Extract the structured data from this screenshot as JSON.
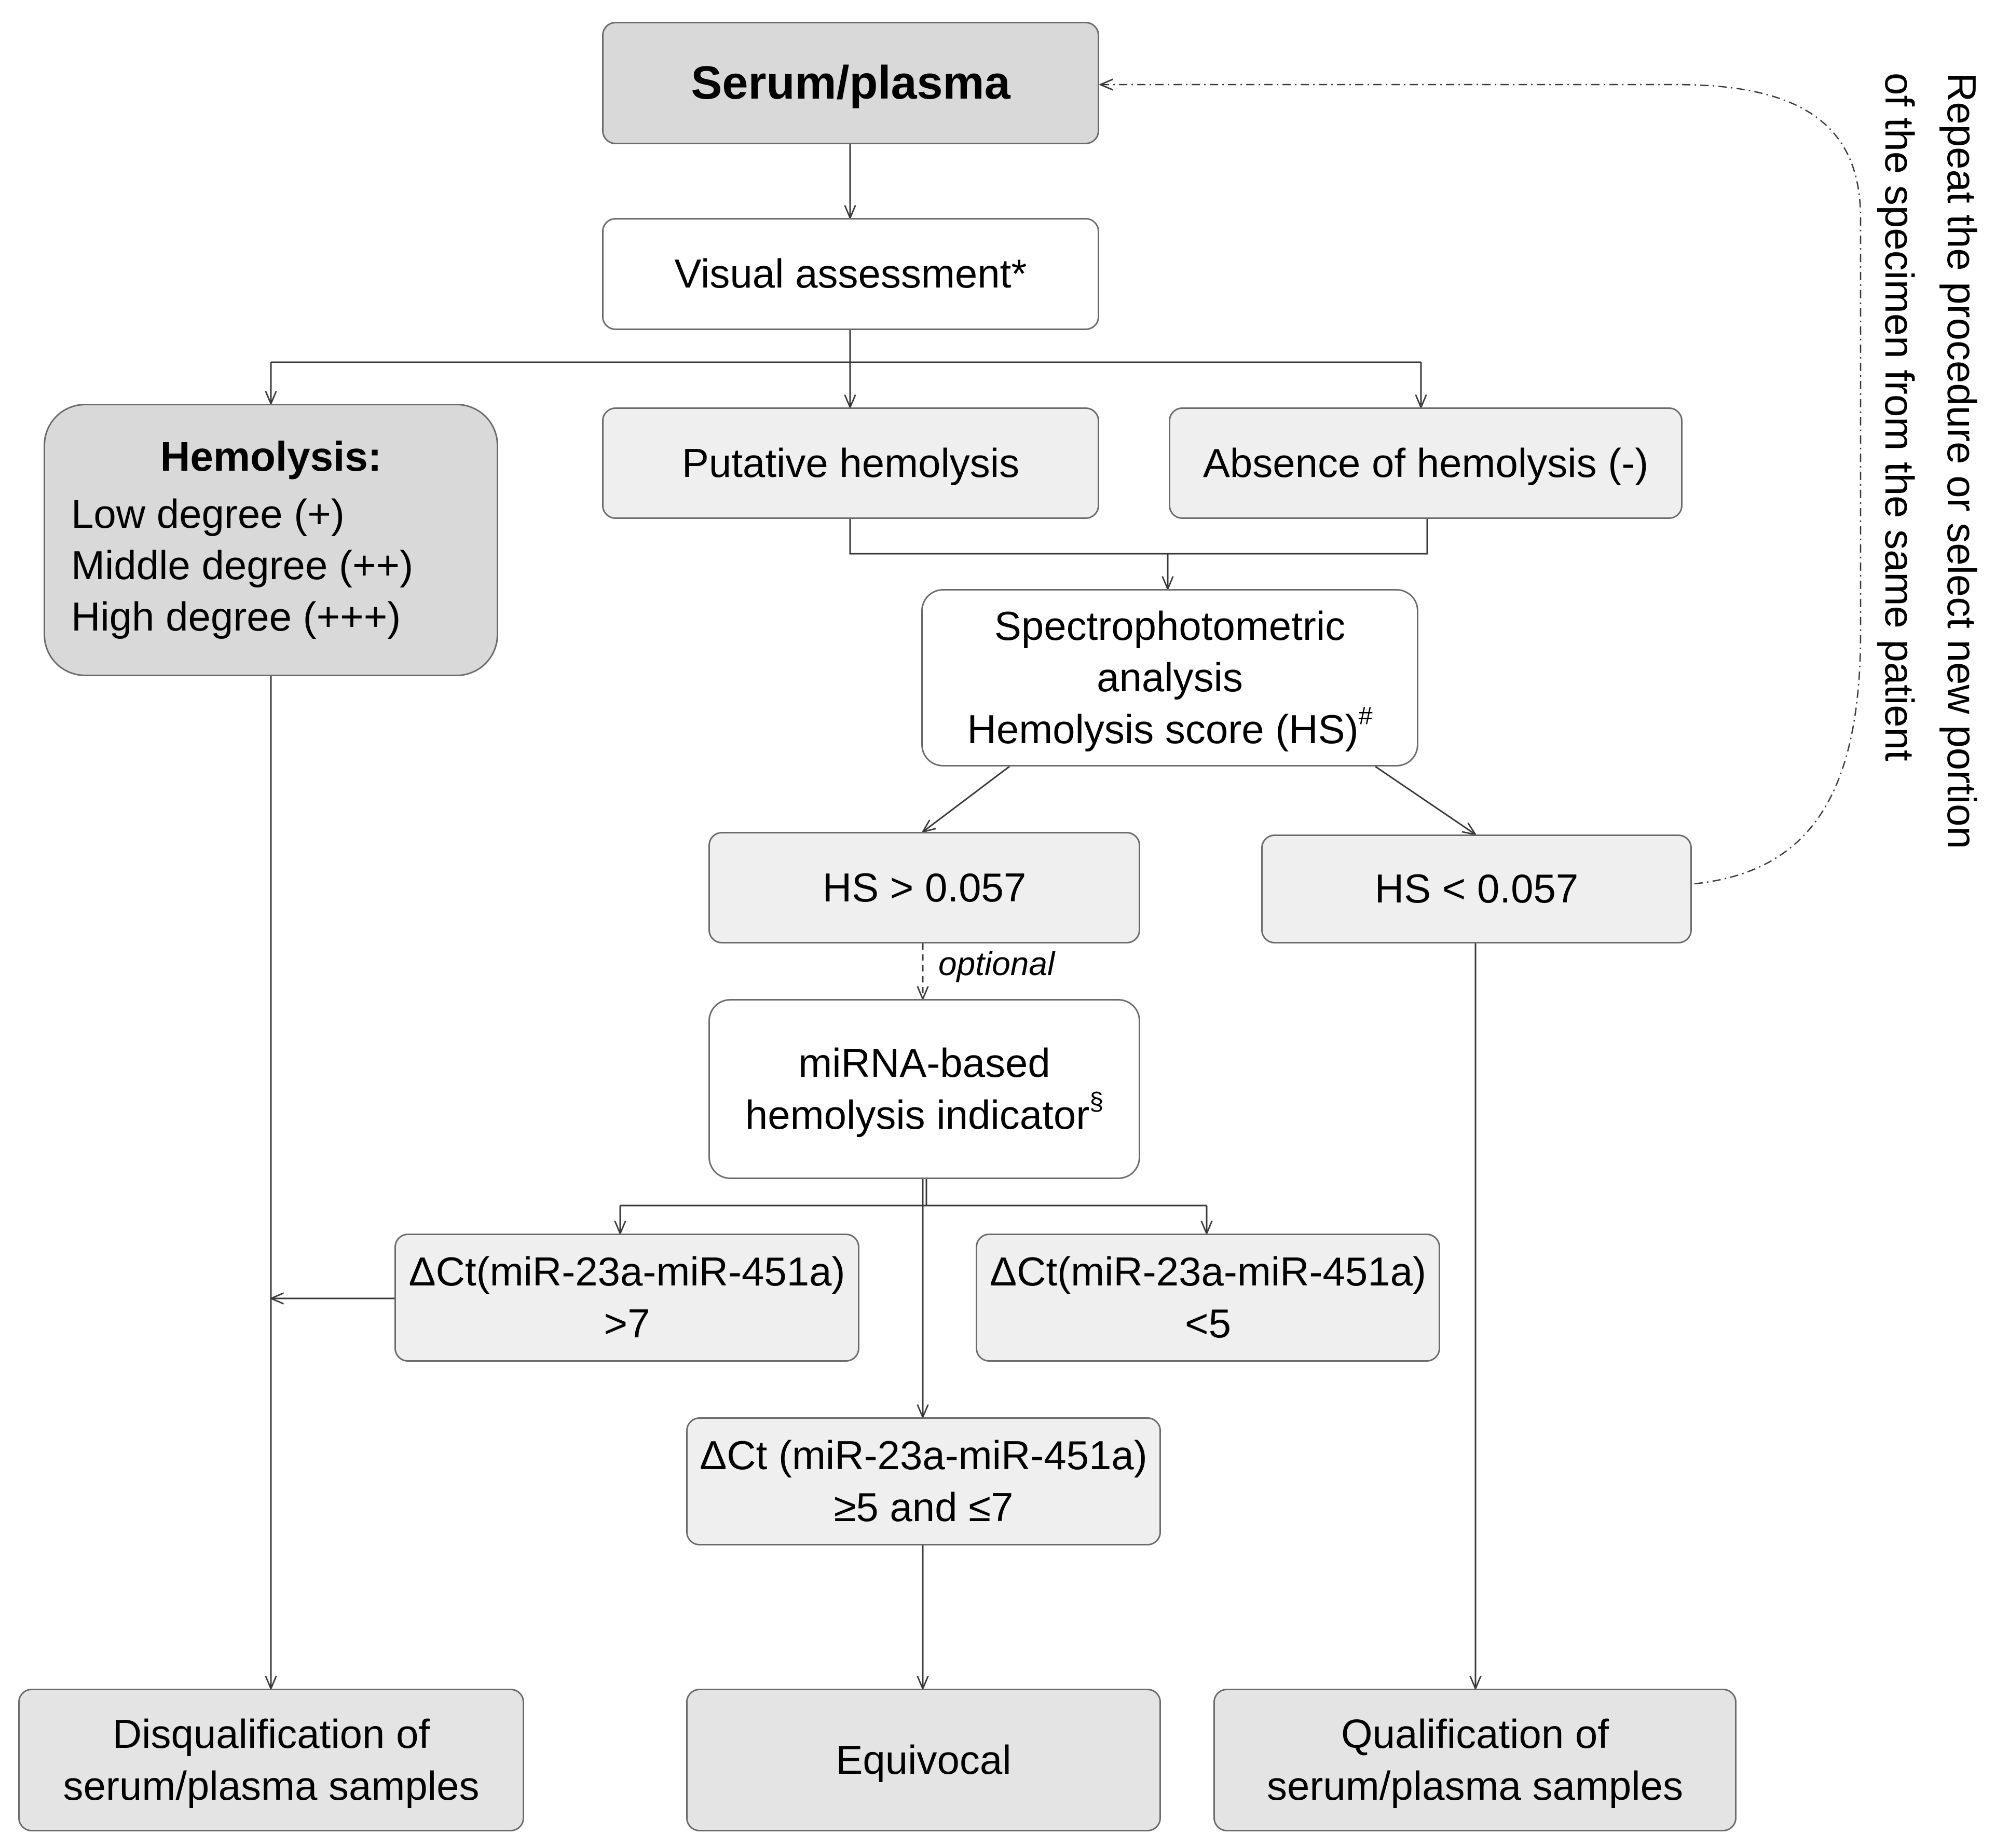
{
  "nodes": {
    "serum_plasma": "Serum/plasma",
    "visual_assessment": {
      "text": "Visual assessment",
      "mark": "*"
    },
    "hemolysis": {
      "title": "Hemolysis:",
      "levels": [
        "Low degree (+)",
        "Middle degree (++)",
        "High degree (+++)"
      ]
    },
    "putative_hemolysis": "Putative hemolysis",
    "absence_hemolysis": "Absence of hemolysis (-)",
    "spectro": {
      "line1": "Spectrophotometric",
      "line2": "analysis",
      "line3": "Hemolysis score (HS)",
      "mark": "#"
    },
    "hs_high": "HS > 0.057",
    "hs_low": "HS < 0.057",
    "mirna": {
      "line1": "miRNA-based",
      "line2": "hemolysis indicator",
      "mark": "§"
    },
    "dct_high": {
      "line1": "ΔCt(miR-23a-miR-451a)",
      "line2": ">7"
    },
    "dct_low": {
      "line1": "ΔCt(miR-23a-miR-451a)",
      "line2": "<5"
    },
    "dct_mid": {
      "line1": "ΔCt (miR-23a-miR-451a)",
      "line2": "≥5 and ≤7"
    },
    "disqualification": {
      "line1": "Disqualification of",
      "line2": "serum/plasma samples"
    },
    "equivocal": "Equivocal",
    "qualification": {
      "line1": "Qualification of",
      "line2": "serum/plasma samples"
    }
  },
  "edge_labels": {
    "optional": "optional"
  },
  "side_note": {
    "line1": "Repeat the procedure or select new portion",
    "line2": "of the specimen from the same patient"
  },
  "colors": {
    "line": "#3a3a3a",
    "border": "#6b6b6b"
  }
}
